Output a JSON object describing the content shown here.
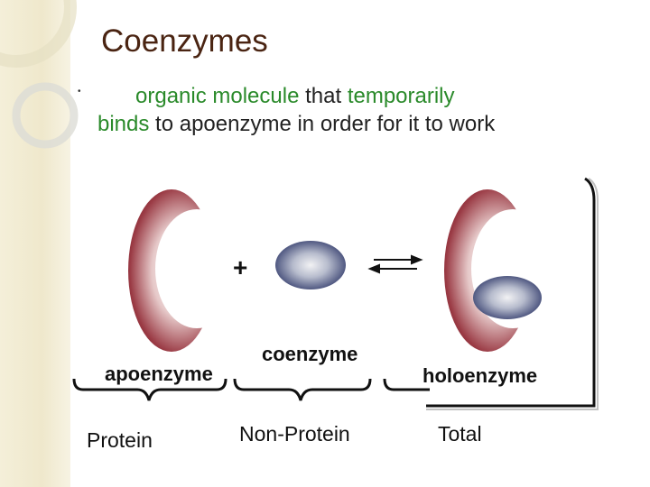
{
  "slide": {
    "title": "Coenzymes",
    "bullet_marker": "•",
    "definition": {
      "part1": "organic molecule",
      "part2": " that ",
      "part3": "temporarily",
      "part4": "binds",
      "part5": " to apoenzyme in order for it to work"
    },
    "colors": {
      "title": "#4a2412",
      "highlight": "#2a8a2a",
      "enzyme": "#7a1f2b",
      "coenzyme": "#3d4a78"
    }
  },
  "diagram": {
    "plus": "+",
    "apoenzyme_label": "apoenzyme",
    "coenzyme_label": "coenzyme",
    "holoenzyme_label": "holoenzyme",
    "protein_label": "Protein",
    "nonprotein_label": "Non-Protein",
    "total_label": "Total",
    "arrow_icon": "equilibrium-arrows-icon"
  }
}
